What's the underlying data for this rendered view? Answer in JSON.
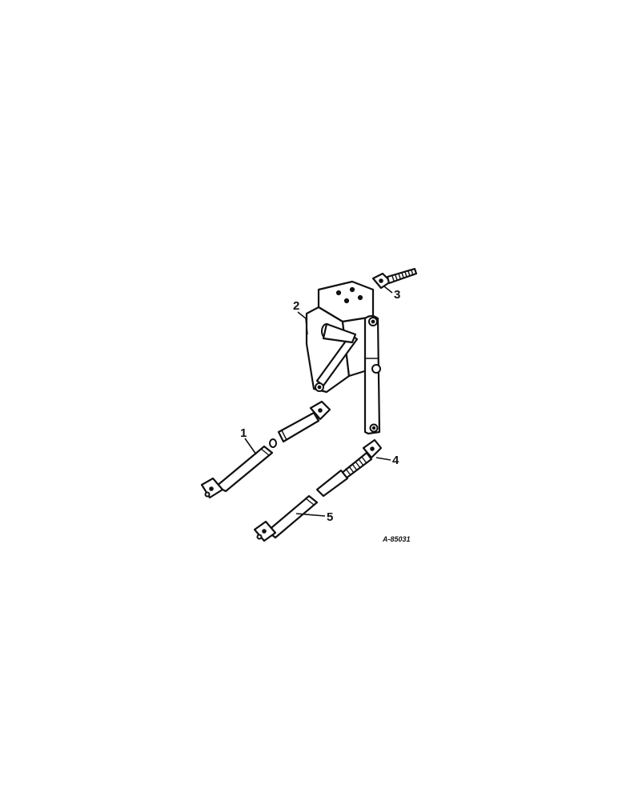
{
  "diagram": {
    "callouts": {
      "c1": "1",
      "c2": "2",
      "c3": "3",
      "c4": "4",
      "c5": "5"
    },
    "reference_code": "A-85031"
  }
}
